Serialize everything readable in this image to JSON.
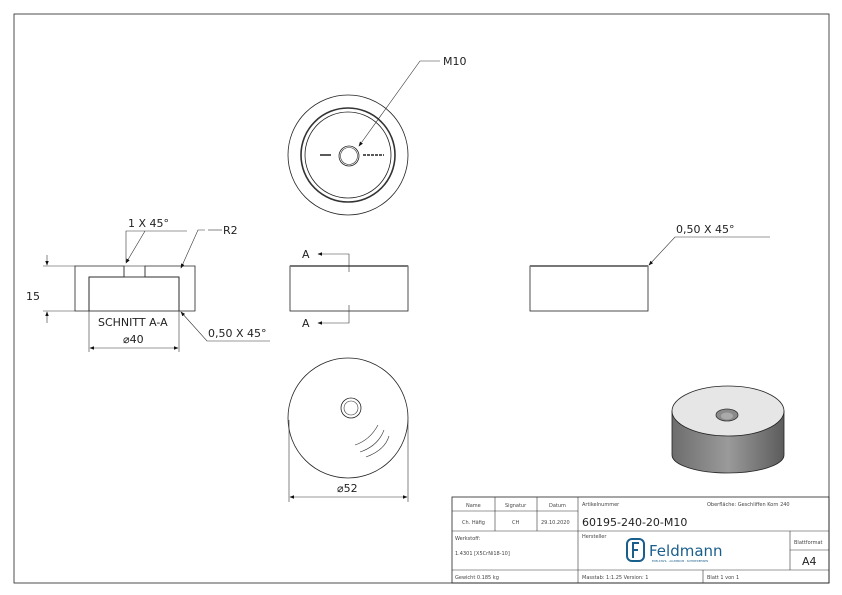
{
  "views": {
    "top": {
      "thread_label": "M10"
    },
    "section": {
      "chamfer_top": "1 X 45°",
      "radius": "R2",
      "height": "15",
      "title": "SCHNITT A-A",
      "diameter": "⌀40",
      "chamfer_bottom": "0,50 X 45°"
    },
    "front": {
      "section_mark_top": "A",
      "section_mark_bottom": "A"
    },
    "side": {
      "chamfer": "0,50 X 45°"
    },
    "bottom": {
      "diameter": "⌀52"
    }
  },
  "title_block": {
    "name_header": "Name",
    "signature_header": "Signatur",
    "date_header": "Datum",
    "name": "Ch. Häfig",
    "signature": "CH",
    "date": "29.10.2020",
    "article_label": "Artikelnummer",
    "article_number": "60195-240-20-M10",
    "surface": "Oberfläche:  Geschliffen Korn 240",
    "material_label": "Werkstoff:",
    "material": "1.4301 [X5CrNi18-10]",
    "manufacturer_label": "Hersteller",
    "logo_text": "Feldmann",
    "logo_subtitle": "EDELSTAHL · ALUMINIUM · SCHMIEDEEISEN",
    "sheet_format_label": "Blattformat",
    "sheet_format": "A4",
    "weight": "Gewicht 0.185 kg",
    "scale_version": "Masstab: 1:1.25   Version: 1",
    "sheet": "Blatt 1 von 1",
    "brand_color": "#1a5e8c"
  }
}
